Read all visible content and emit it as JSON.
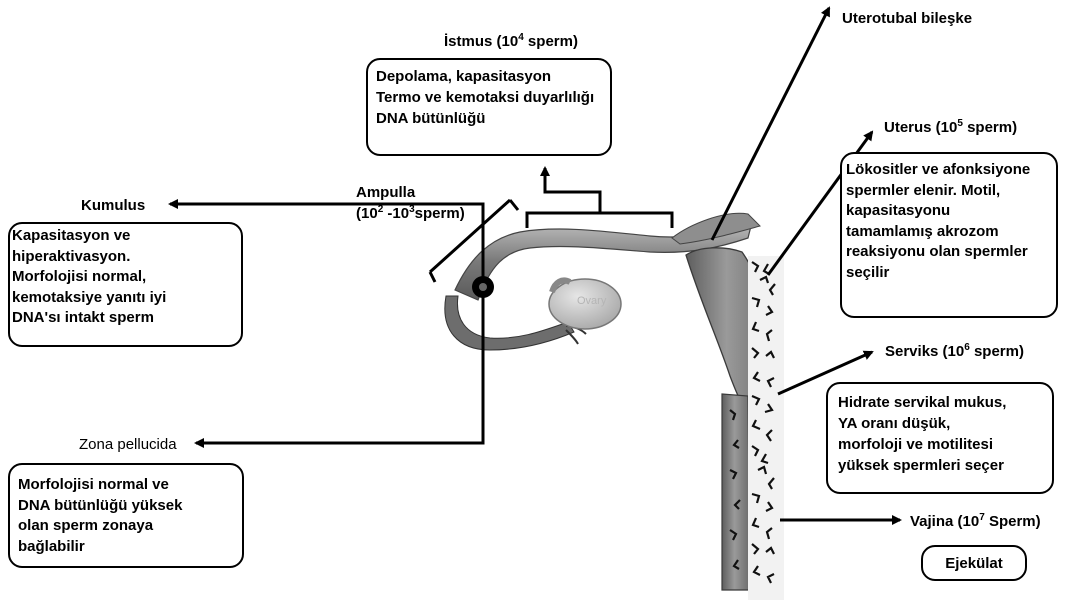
{
  "istmus": {
    "title": "İstmus (10",
    "exp": "4",
    "rest": " sperm)",
    "box": [
      "Depolama, kapasitasyon",
      "Termo ve kemotaksi duyarlılığı",
      "DNA bütünlüğü"
    ]
  },
  "ampulla": {
    "name": "Ampulla",
    "open": "(10",
    "exp1": "2",
    "mid": " -10",
    "exp2": "3",
    "close": "sperm)"
  },
  "kumulus": {
    "title": "Kumulus",
    "box": [
      "Kapasitasyon ve",
      "hiperaktivasyon.",
      "Morfolojisi normal,",
      "kemotaksiye yanıtı iyi",
      "DNA'sı intakt  sperm"
    ]
  },
  "zona": {
    "title": "Zona pellucida",
    "box": [
      "Morfolojisi normal ve",
      "DNA bütünlüğü yüksek",
      "olan sperm zonaya",
      "bağlabilir"
    ]
  },
  "ovary_label": "Ovary",
  "uterotubal": {
    "title": "Uterotubal bileşke"
  },
  "uterus": {
    "title": "Uterus (10",
    "exp": "5",
    "rest": " sperm)",
    "box": [
      "Lökositler ve afonksiyone",
      "spermler elenir. Motil,",
      "kapasitasyonu",
      "tamamlamış akrozom",
      "reaksiyonu olan spermler",
      "seçilir"
    ]
  },
  "serviks": {
    "title": "Serviks  (10",
    "exp": "6",
    "rest": " sperm)",
    "box": [
      "Hidrate servikal mukus,",
      "YA oranı düşük,",
      "morfoloji ve motilitesi",
      "yüksek spermleri seçer"
    ]
  },
  "vajina": {
    "title": "Vajina (10",
    "exp": "7",
    "rest": " Sperm)"
  },
  "ejekulat": "Ejekülat"
}
